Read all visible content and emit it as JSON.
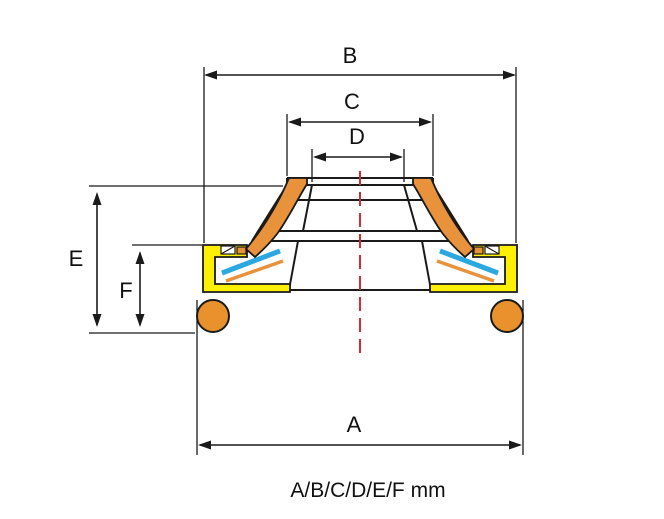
{
  "diagram": {
    "caption": "A/B/C/D/E/F mm",
    "labels": {
      "a": "A",
      "b": "B",
      "c": "C",
      "d": "D",
      "e": "E",
      "f": "F"
    },
    "colors": {
      "outline": "#1a1a1a",
      "seal_orange": "#E8923B",
      "oring_orange": "#E8912D",
      "casing_yellow": "#FFEF00",
      "spring_blue": "#2BA8E0",
      "centerline_red": "#D92B2B"
    }
  }
}
